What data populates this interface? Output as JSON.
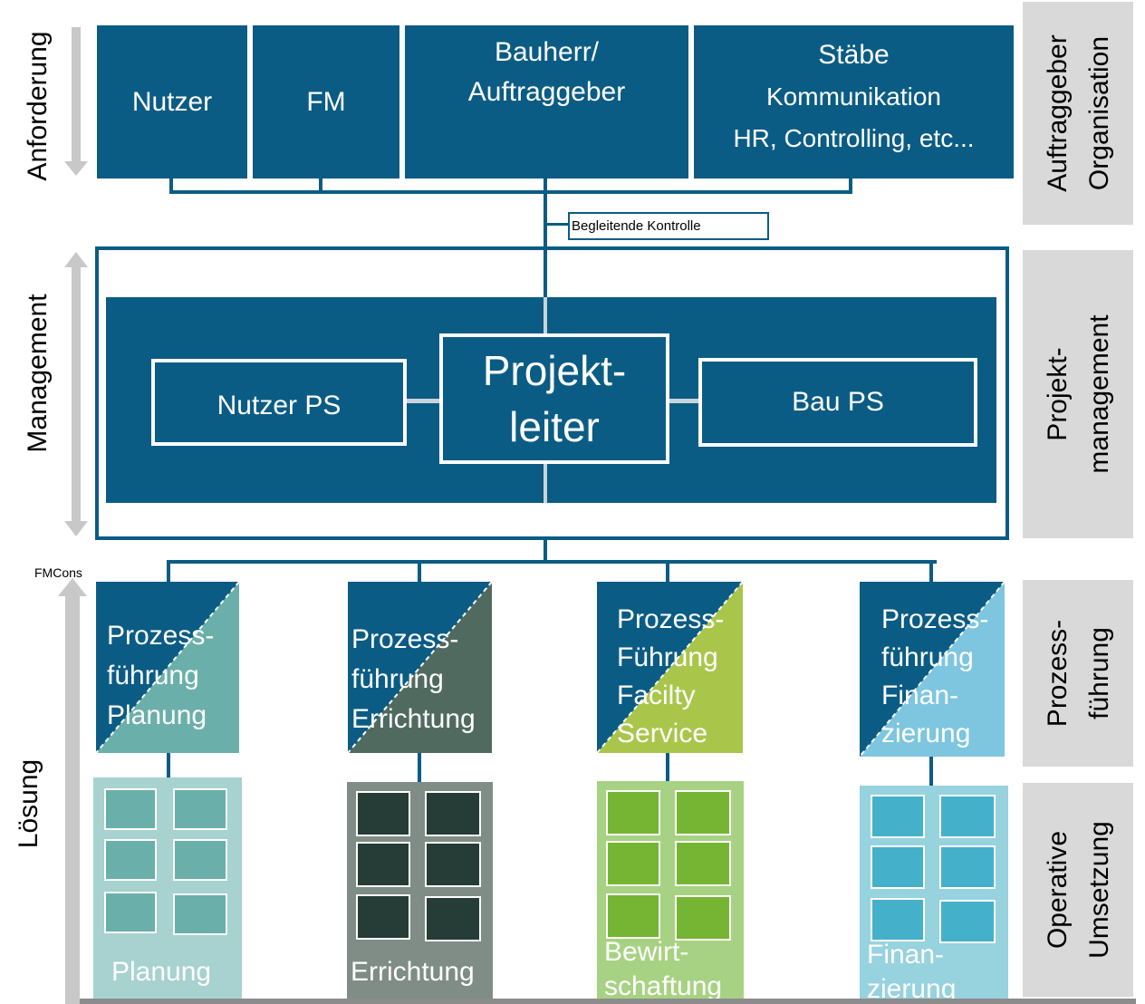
{
  "left_axis": {
    "anforderung": "Anforderung",
    "management": "Management",
    "loesung": "Lösung"
  },
  "top_row": {
    "nutzer": "Nutzer",
    "fm": "FM",
    "bauherr_line1": "Bauherr/",
    "bauherr_line2": "Auftraggeber",
    "staebe_line1": "Stäbe",
    "staebe_line2": "Kommunikation",
    "staebe_line3": "HR, Controlling, etc..."
  },
  "control_label": "Begleitende Kontrolle",
  "management": {
    "nutzer_ps": "Nutzer PS",
    "projektleiter_line1": "Projekt-",
    "projektleiter_line2": "leiter",
    "bau_ps": "Bau PS"
  },
  "fmcons": "FMCons",
  "process_boxes": [
    {
      "line1": "Prozess-",
      "line2": "führung",
      "line3": "Planung",
      "color": "#6aafaa"
    },
    {
      "line1": "Prozess-",
      "line2": "führung",
      "line3": "Errichtung",
      "color": "#506a60"
    },
    {
      "line1": "Prozess-",
      "line2": "Führung",
      "line3": "Facilty",
      "line4": "Service",
      "color": "#a9c64b"
    },
    {
      "line1": "Prozess-",
      "line2": "führung",
      "line3": "Finan-",
      "line4": "zierung",
      "color": "#7ec6df"
    }
  ],
  "operative": [
    {
      "line1": "Planung",
      "bg": "#a7d2cf",
      "square": "#6aafaa"
    },
    {
      "line1": "Errichtung",
      "bg": "#7f8d86",
      "square": "#263d37"
    },
    {
      "line1": "Bewirt-",
      "line2": "schaftung",
      "bg": "#a8d283",
      "square": "#76b534"
    },
    {
      "line1": "Finan-",
      "line2": "zierung",
      "bg": "#97d2df",
      "square": "#45b0c9"
    }
  ],
  "right_panels": {
    "auftraggeber_line1": "Auftraggeber",
    "auftraggeber_line2": "Organisation",
    "projekt_line1": "Projekt-",
    "projekt_line2": "management",
    "prozess_line1": "Prozess-",
    "prozess_line2": "führung",
    "operative_line1": "Operative",
    "operative_line2": "Umsetzung"
  },
  "colors": {
    "navy": "#0b5c84",
    "panel_grey": "#d9d9d9",
    "arrow_grey": "#c8c8c8"
  }
}
